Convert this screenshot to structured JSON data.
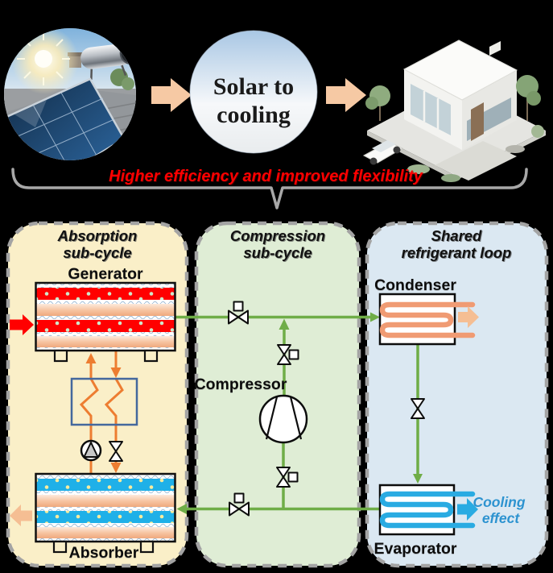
{
  "header": {
    "bubble": {
      "line1": "Solar to",
      "line2": "cooling"
    },
    "tagline": "Higher efficiency and improved flexibility",
    "images": {
      "left": "solar-thermal-collector-photo",
      "right": "modern-house-photo"
    }
  },
  "diagram": {
    "panels": [
      {
        "title_line1": "Absorption",
        "title_line2": "sub-cycle",
        "bg": "#FAEFC8"
      },
      {
        "title_line1": "Compression",
        "title_line2": "sub-cycle",
        "bg": "#DFEDD5"
      },
      {
        "title_line1": "Shared",
        "title_line2": "refrigerant loop",
        "bg": "#DBE8F2"
      }
    ],
    "labels": {
      "generator": "Generator",
      "absorber": "Absorber",
      "compressor": "Compressor",
      "condenser": "Condenser",
      "evaporator": "Evaporator",
      "cooling_effect_line1": "Cooling",
      "cooling_effect_line2": "effect"
    },
    "colors": {
      "refrigerant_pipe": "#6FAD47",
      "solution_pipe": "#ED7D31",
      "heat_input_arrow": "#FF0000",
      "heat_reject_arrow": "#F5BE93",
      "condenser_coil": "#F09B73",
      "evaporator_coil": "#29ABE2",
      "cooling_text": "#2D93D0",
      "tagline": "#FF0000",
      "bracket": "#A8A8A8"
    }
  }
}
